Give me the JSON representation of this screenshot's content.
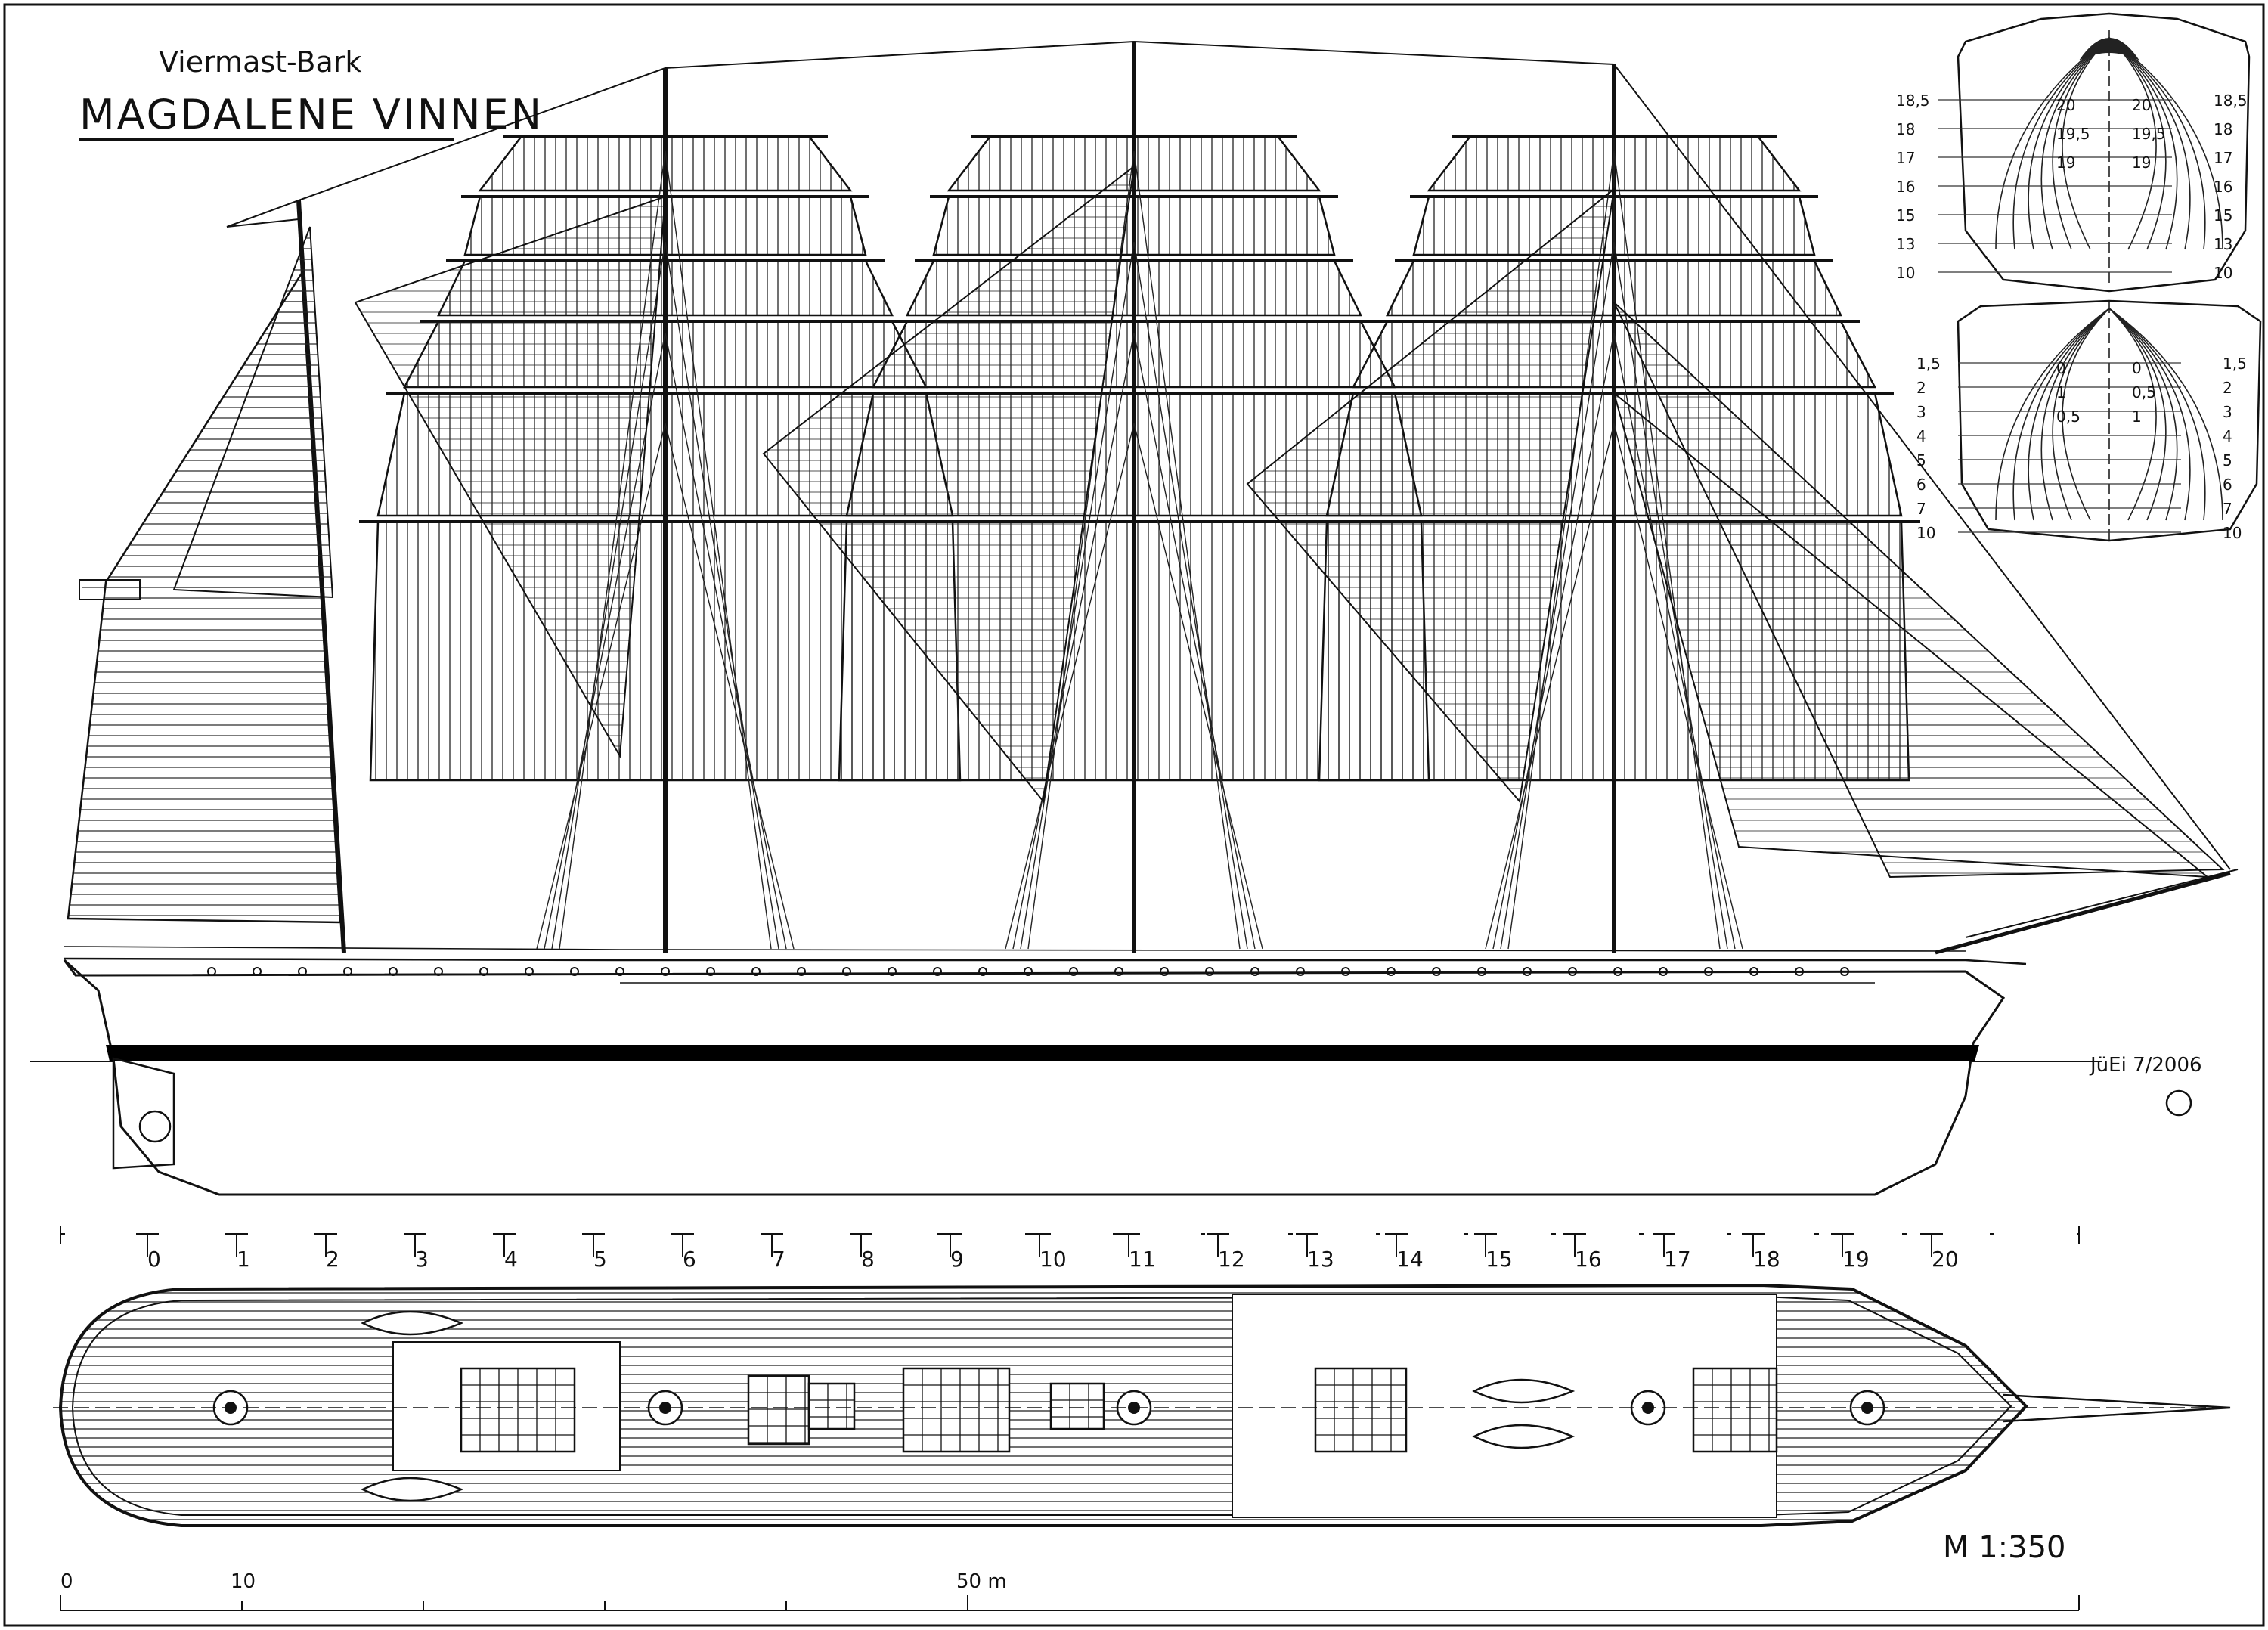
{
  "header": {
    "subtitle": "Viermast-Bark",
    "title": "MAGDALENE VINNEN"
  },
  "signature": {
    "text": "JüEi 7/2006",
    "copyright_symbol": "©"
  },
  "scale_note": "M 1:350",
  "frame_stations": [
    "0",
    "1",
    "2",
    "3",
    "4",
    "5",
    "6",
    "7",
    "8",
    "9",
    "10",
    "11",
    "12",
    "13",
    "14",
    "15",
    "16",
    "17",
    "18",
    "19",
    "20"
  ],
  "scale_bar": {
    "start": "0",
    "mid": "10",
    "end": "50 m"
  },
  "body_plan_top": {
    "left_labels": [
      "18,5",
      "18",
      "17",
      "16",
      "15",
      "13",
      "10"
    ],
    "right_labels": [
      "18,5",
      "18",
      "17",
      "16",
      "15",
      "13",
      "10"
    ],
    "center_labels": [
      "20",
      "20",
      "19,5",
      "19,5",
      "19",
      "19"
    ]
  },
  "body_plan_bottom": {
    "left_labels": [
      "1,5",
      "2",
      "3",
      "4",
      "5",
      "6",
      "7",
      "10"
    ],
    "right_labels": [
      "1,5",
      "2",
      "3",
      "4",
      "5",
      "6",
      "7",
      "10"
    ],
    "center_labels": [
      "0",
      "0",
      "1",
      "0,5",
      "0,5",
      "1"
    ]
  },
  "colors": {
    "ink": "#111111",
    "paper": "#ffffff",
    "hull_band": "#000000"
  }
}
